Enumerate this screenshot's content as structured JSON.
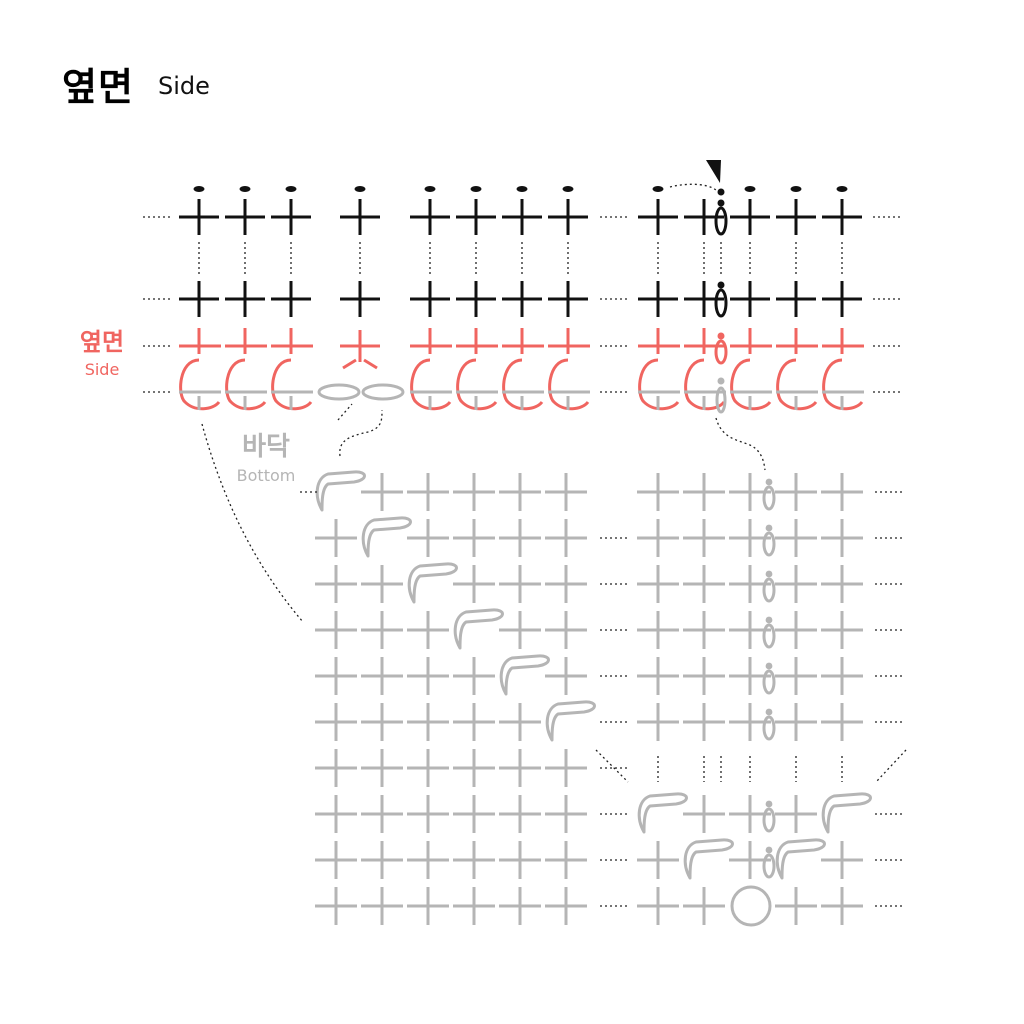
{
  "title": {
    "korean": "옆면",
    "english": "Side"
  },
  "labels": {
    "side": {
      "korean": "옆면",
      "english": "Side"
    },
    "bottom": {
      "korean": "바닥",
      "english": "Bottom"
    }
  },
  "colors": {
    "ink": "#111111",
    "side_accent": "#f06560",
    "bottom": "#b5b5b5"
  }
}
